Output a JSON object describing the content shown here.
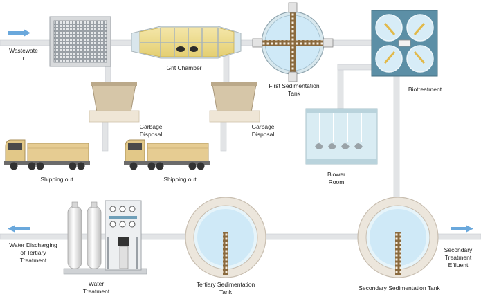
{
  "labels": {
    "wastewater": "Wastewate\nr",
    "grit_chamber": "Grit Chamber",
    "first_sedimentation": "First Sedimentation\nTank",
    "biotreatment": "Biotreatment",
    "garbage_disposal_1": "Garbage\nDisposal",
    "garbage_disposal_2": "Garbage\nDisposal",
    "shipping_out_1": "Shipping out",
    "shipping_out_2": "Shipping out",
    "blower_room": "Blower\nRoom",
    "water_discharging": "Water Discharging\nof Tertiary\nTreatment",
    "water_treatment": "Water\nTreatment",
    "tertiary_sedimentation": "Tertiary Sedimentation\nTank",
    "secondary_sedimentation": "Secondary Sedimentation Tank",
    "secondary_effluent": "Secondary\nTreatment\nEffluent"
  },
  "colors": {
    "pipe": "#e2e4e6",
    "pipe_edge": "#c9ccd0",
    "arrow": "#6aa8dc",
    "water": "#cfe9f7",
    "tank_ring": "#ece6dc",
    "tank_ring_edge": "#c8beb0",
    "beam": "#8a6a3e",
    "truck_cab": "#e2c888",
    "truck_cargo": "#e6cc92",
    "bin": "#d6c6a8",
    "bio_bg": "#5c8fa6"
  }
}
